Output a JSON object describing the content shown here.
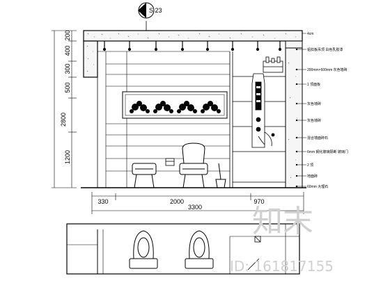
{
  "section_marker": {
    "label": "S 23"
  },
  "left_dimensions": {
    "overall": "2800",
    "segments": [
      "200",
      "400",
      "300",
      "500",
      "1200"
    ]
  },
  "bottom_dimensions": {
    "segments": [
      "330",
      "2000",
      "970"
    ],
    "overall": "3300"
  },
  "annotations": [
    "4cm",
    "铝扣板吊顶 白色乳胶漆",
    "200mm×600mm 灰色墙砖",
    "1 顶面板",
    "灰色墙砖",
    "灰色墙砖",
    "混合墙面砖石",
    "6mm 钢化玻璃隔断 玻璃门",
    "2 顶",
    "地面砖",
    "60mm 大理石"
  ],
  "watermark": {
    "brand": "知末",
    "id_text": "ID: 161817155"
  },
  "colors": {
    "line": "#000000",
    "watermark": "#d0d0d0"
  }
}
